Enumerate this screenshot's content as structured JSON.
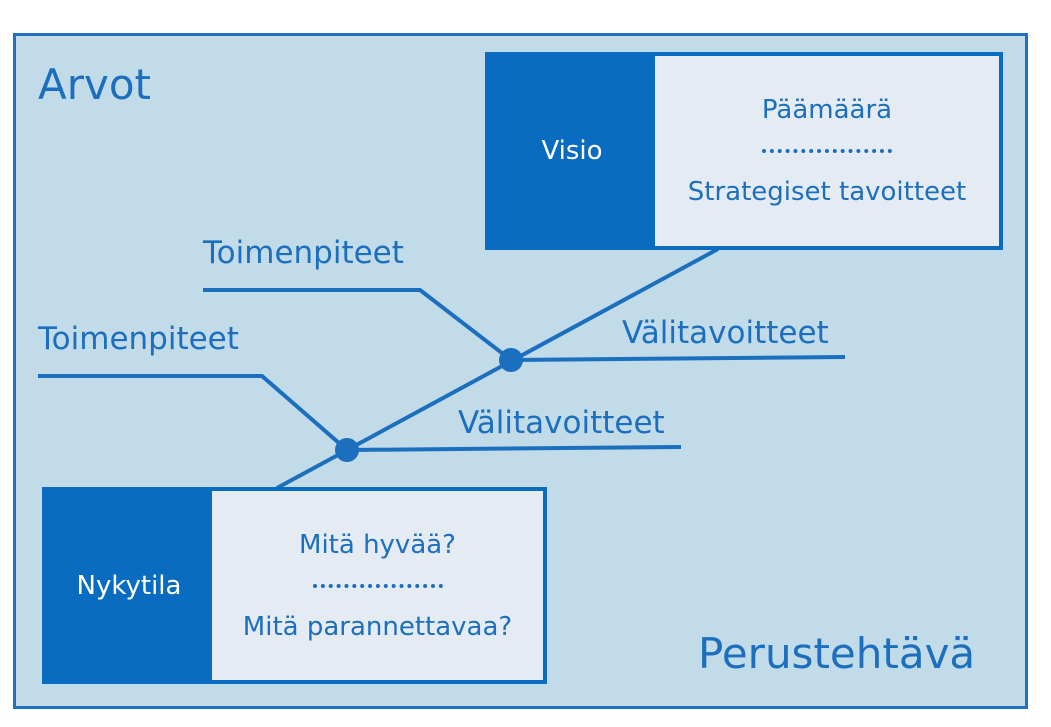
{
  "corners": {
    "top_left": "Arvot",
    "bottom_right": "Perustehtävä"
  },
  "vision_box": {
    "tag": "Visio",
    "line1": "Päämäärä",
    "line2": "Strategiset tavoitteet"
  },
  "current_box": {
    "tag": "Nykytila",
    "line1": "Mitä hyvää?",
    "line2": "Mitä parannettavaa?"
  },
  "branches": {
    "upper_action": "Toimenpiteet",
    "lower_action": "Toimenpiteet",
    "upper_goal": "Välitavoitteet",
    "lower_goal": "Välitavoitteet"
  },
  "colors": {
    "background": "#c2dbe8",
    "accent": "#0a6cc0",
    "text": "#1b6fbe",
    "box_fill": "#e4ebf2"
  }
}
